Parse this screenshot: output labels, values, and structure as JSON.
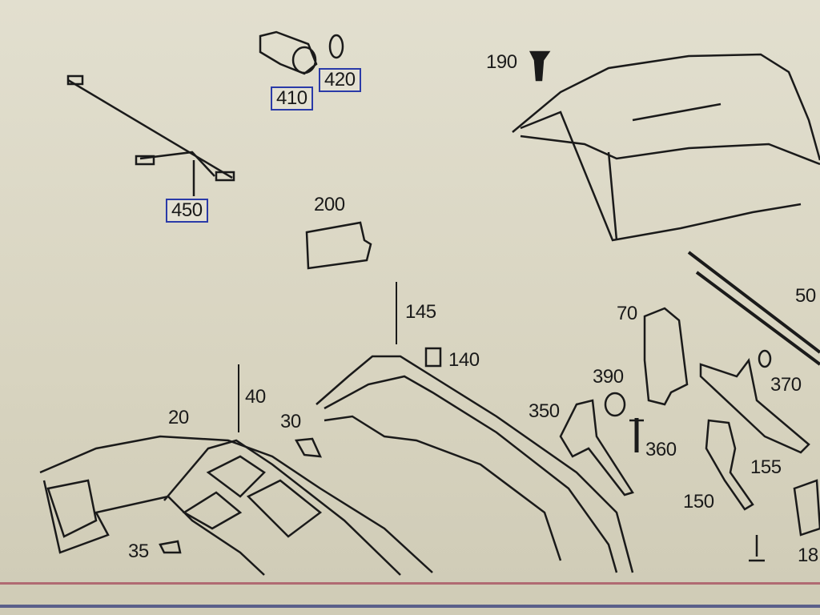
{
  "diagram": {
    "labels": {
      "p410": "410",
      "p420": "420",
      "p450": "450",
      "p190": "190",
      "p200": "200",
      "p145": "145",
      "p140": "140",
      "p70": "70",
      "p50": "50",
      "p390": "390",
      "p370": "370",
      "p350": "350",
      "p360": "360",
      "p155": "155",
      "p150": "150",
      "p40": "40",
      "p20": "20",
      "p30": "30",
      "p35": "35",
      "p18": "18"
    },
    "colors": {
      "background": "#d9d5c2",
      "line": "#1a1a1a",
      "highlight_box": "#2a3aa8"
    }
  }
}
